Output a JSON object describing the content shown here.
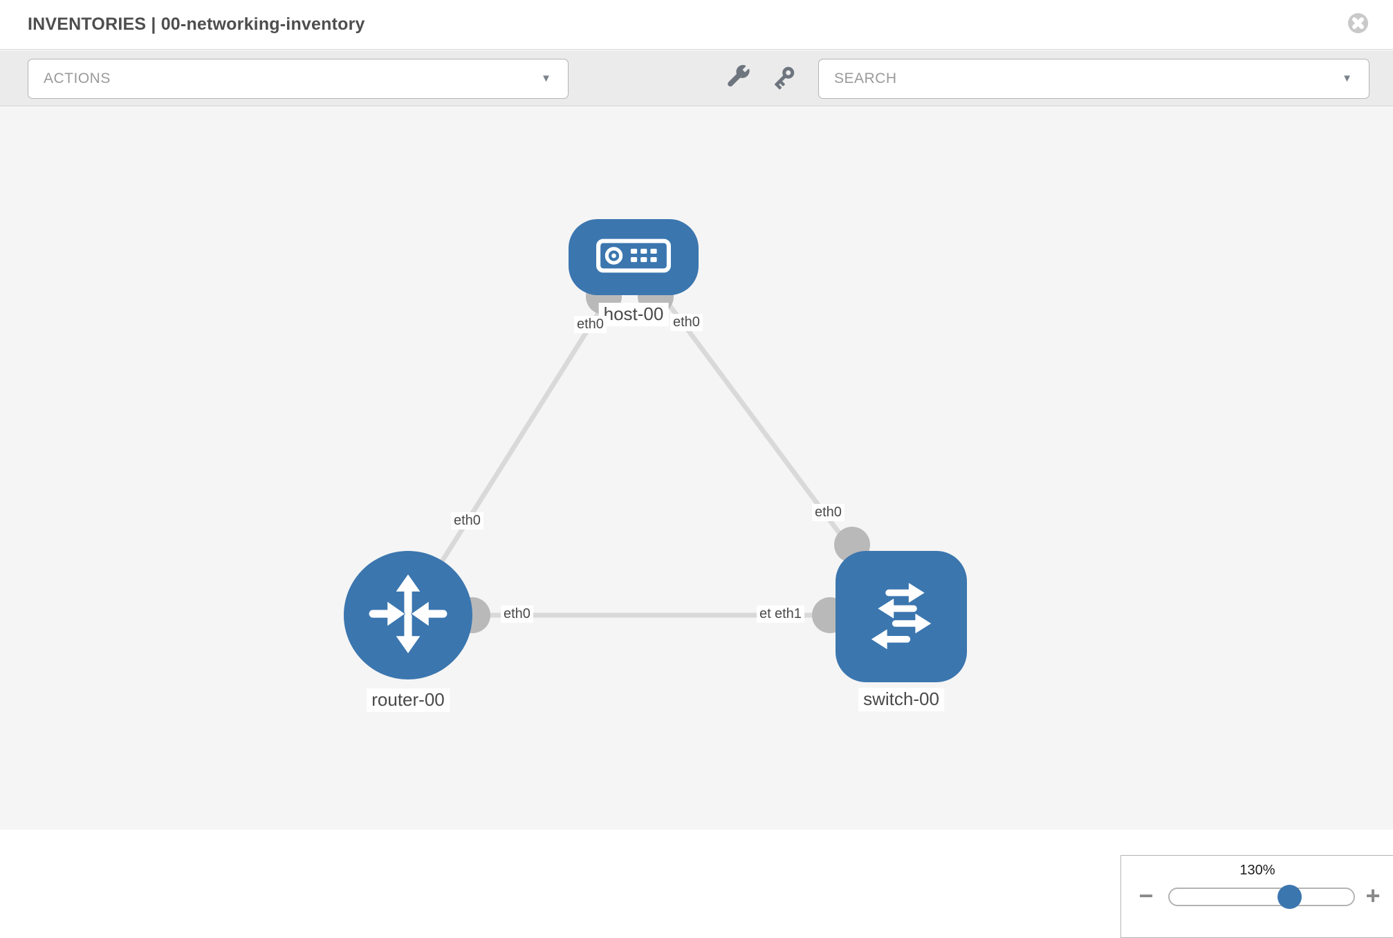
{
  "window": {
    "title": "INVENTORIES | 00-networking-inventory"
  },
  "toolbar": {
    "actions_label": "ACTIONS",
    "search_label": "SEARCH",
    "caret": "▼",
    "icons": {
      "wrench": "wrench",
      "key": "key",
      "close": "x-circle"
    }
  },
  "topology": {
    "nodes": [
      {
        "id": "host-00",
        "label": "host-00",
        "type": "host",
        "interfaces": [
          "eth0",
          "eth0"
        ]
      },
      {
        "id": "router-00",
        "label": "router-00",
        "type": "router",
        "interfaces": [
          "eth0",
          "eth0"
        ]
      },
      {
        "id": "switch-00",
        "label": "switch-00",
        "type": "switch",
        "interfaces": [
          "eth0",
          "eth0",
          "eth1"
        ]
      }
    ],
    "links": [
      {
        "source": "host-00",
        "source_if": "eth0",
        "target": "router-00",
        "target_if": "eth0"
      },
      {
        "source": "host-00",
        "source_if": "eth0",
        "target": "switch-00",
        "target_if": "eth0"
      },
      {
        "source": "router-00",
        "source_if": "eth0",
        "target": "switch-00",
        "target_if": "eth1"
      }
    ]
  },
  "zoom_control": {
    "level": "130%",
    "minus_label": "−",
    "plus_label": "+"
  },
  "colors": {
    "node_blue": "#3b76af",
    "link_gray": "#d9d9d9",
    "connector_gray": "#b9b9b9"
  }
}
